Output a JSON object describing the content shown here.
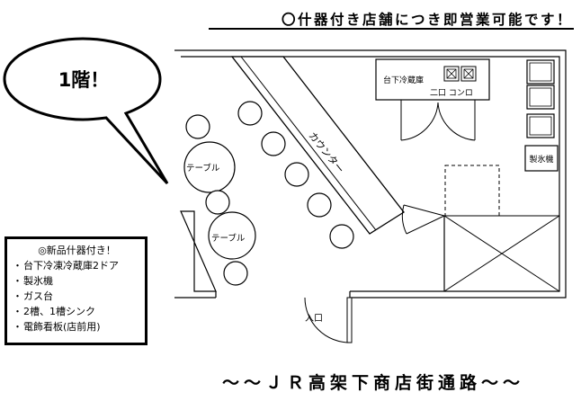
{
  "header": {
    "headline": "〇什器付き店舗につき即営業可能です！"
  },
  "callout": {
    "floor_label": "1階！"
  },
  "floor_plan": {
    "counter_label": "カウンター",
    "table_label_upper": "テーブル",
    "table_label_lower": "テーブル",
    "fridge_label": "台下冷蔵庫",
    "stove_label": "二口 コンロ",
    "ice_maker_label": "製氷機",
    "entrance_label": "入口"
  },
  "equipment_list": {
    "title": "◎新品什器付き！",
    "items": [
      "台下冷凍冷蔵庫2ドア",
      "製氷機",
      "ガス台",
      "2槽、1槽シンク",
      "電飾看板(店前用)"
    ]
  },
  "footer": {
    "street_text": "～～ＪＲ高架下商店街通路～～"
  }
}
